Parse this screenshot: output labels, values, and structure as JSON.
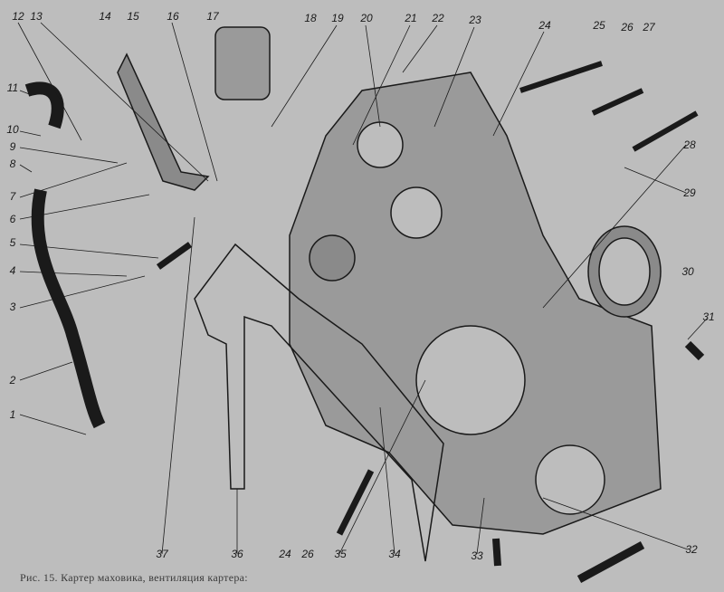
{
  "caption": "Рис. 15. Картер маховика, вентиляция картера:",
  "colors": {
    "background": "#bdbdbd",
    "ink": "#1a1a1a",
    "housing": "#9a9a9a"
  },
  "labels": [
    "1",
    "2",
    "3",
    "4",
    "5",
    "6",
    "7",
    "8",
    "9",
    "10",
    "11",
    "12",
    "13",
    "14",
    "15",
    "16",
    "17",
    "18",
    "19",
    "20",
    "21",
    "22",
    "23",
    "24",
    "25",
    "26",
    "27",
    "28",
    "29",
    "30",
    "31",
    "32",
    "33",
    "34",
    "35",
    "36",
    "37",
    "24",
    "26"
  ]
}
